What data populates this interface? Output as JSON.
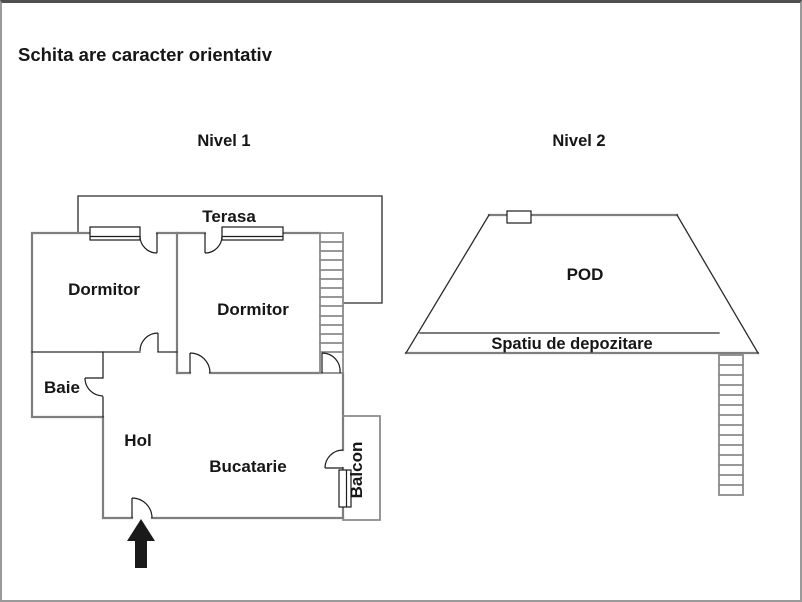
{
  "note": "Schita are caracter orientativ",
  "plan1": {
    "title": "Nivel 1",
    "rooms": {
      "terasa": "Terasa",
      "dormitor_left": "Dormitor",
      "dormitor_right": "Dormitor",
      "baie": "Baie",
      "hol": "Hol",
      "bucatarie": "Bucatarie",
      "balcon": "Balcon"
    }
  },
  "plan2": {
    "title": "Nivel 2",
    "rooms": {
      "pod": "POD",
      "depozitare": "Spatiu de depozitare"
    }
  },
  "symbols": {
    "entrance_arrow": "up-arrow-entrance",
    "staircase_count": 2,
    "window_count": 3
  },
  "colors": {
    "background": "#ffffff",
    "wall_gray": "#7e7e7e",
    "line_dark": "#2a2a2a",
    "text": "#161616",
    "arrow": "#1a1a1a",
    "frame": "#9a9a9a"
  }
}
